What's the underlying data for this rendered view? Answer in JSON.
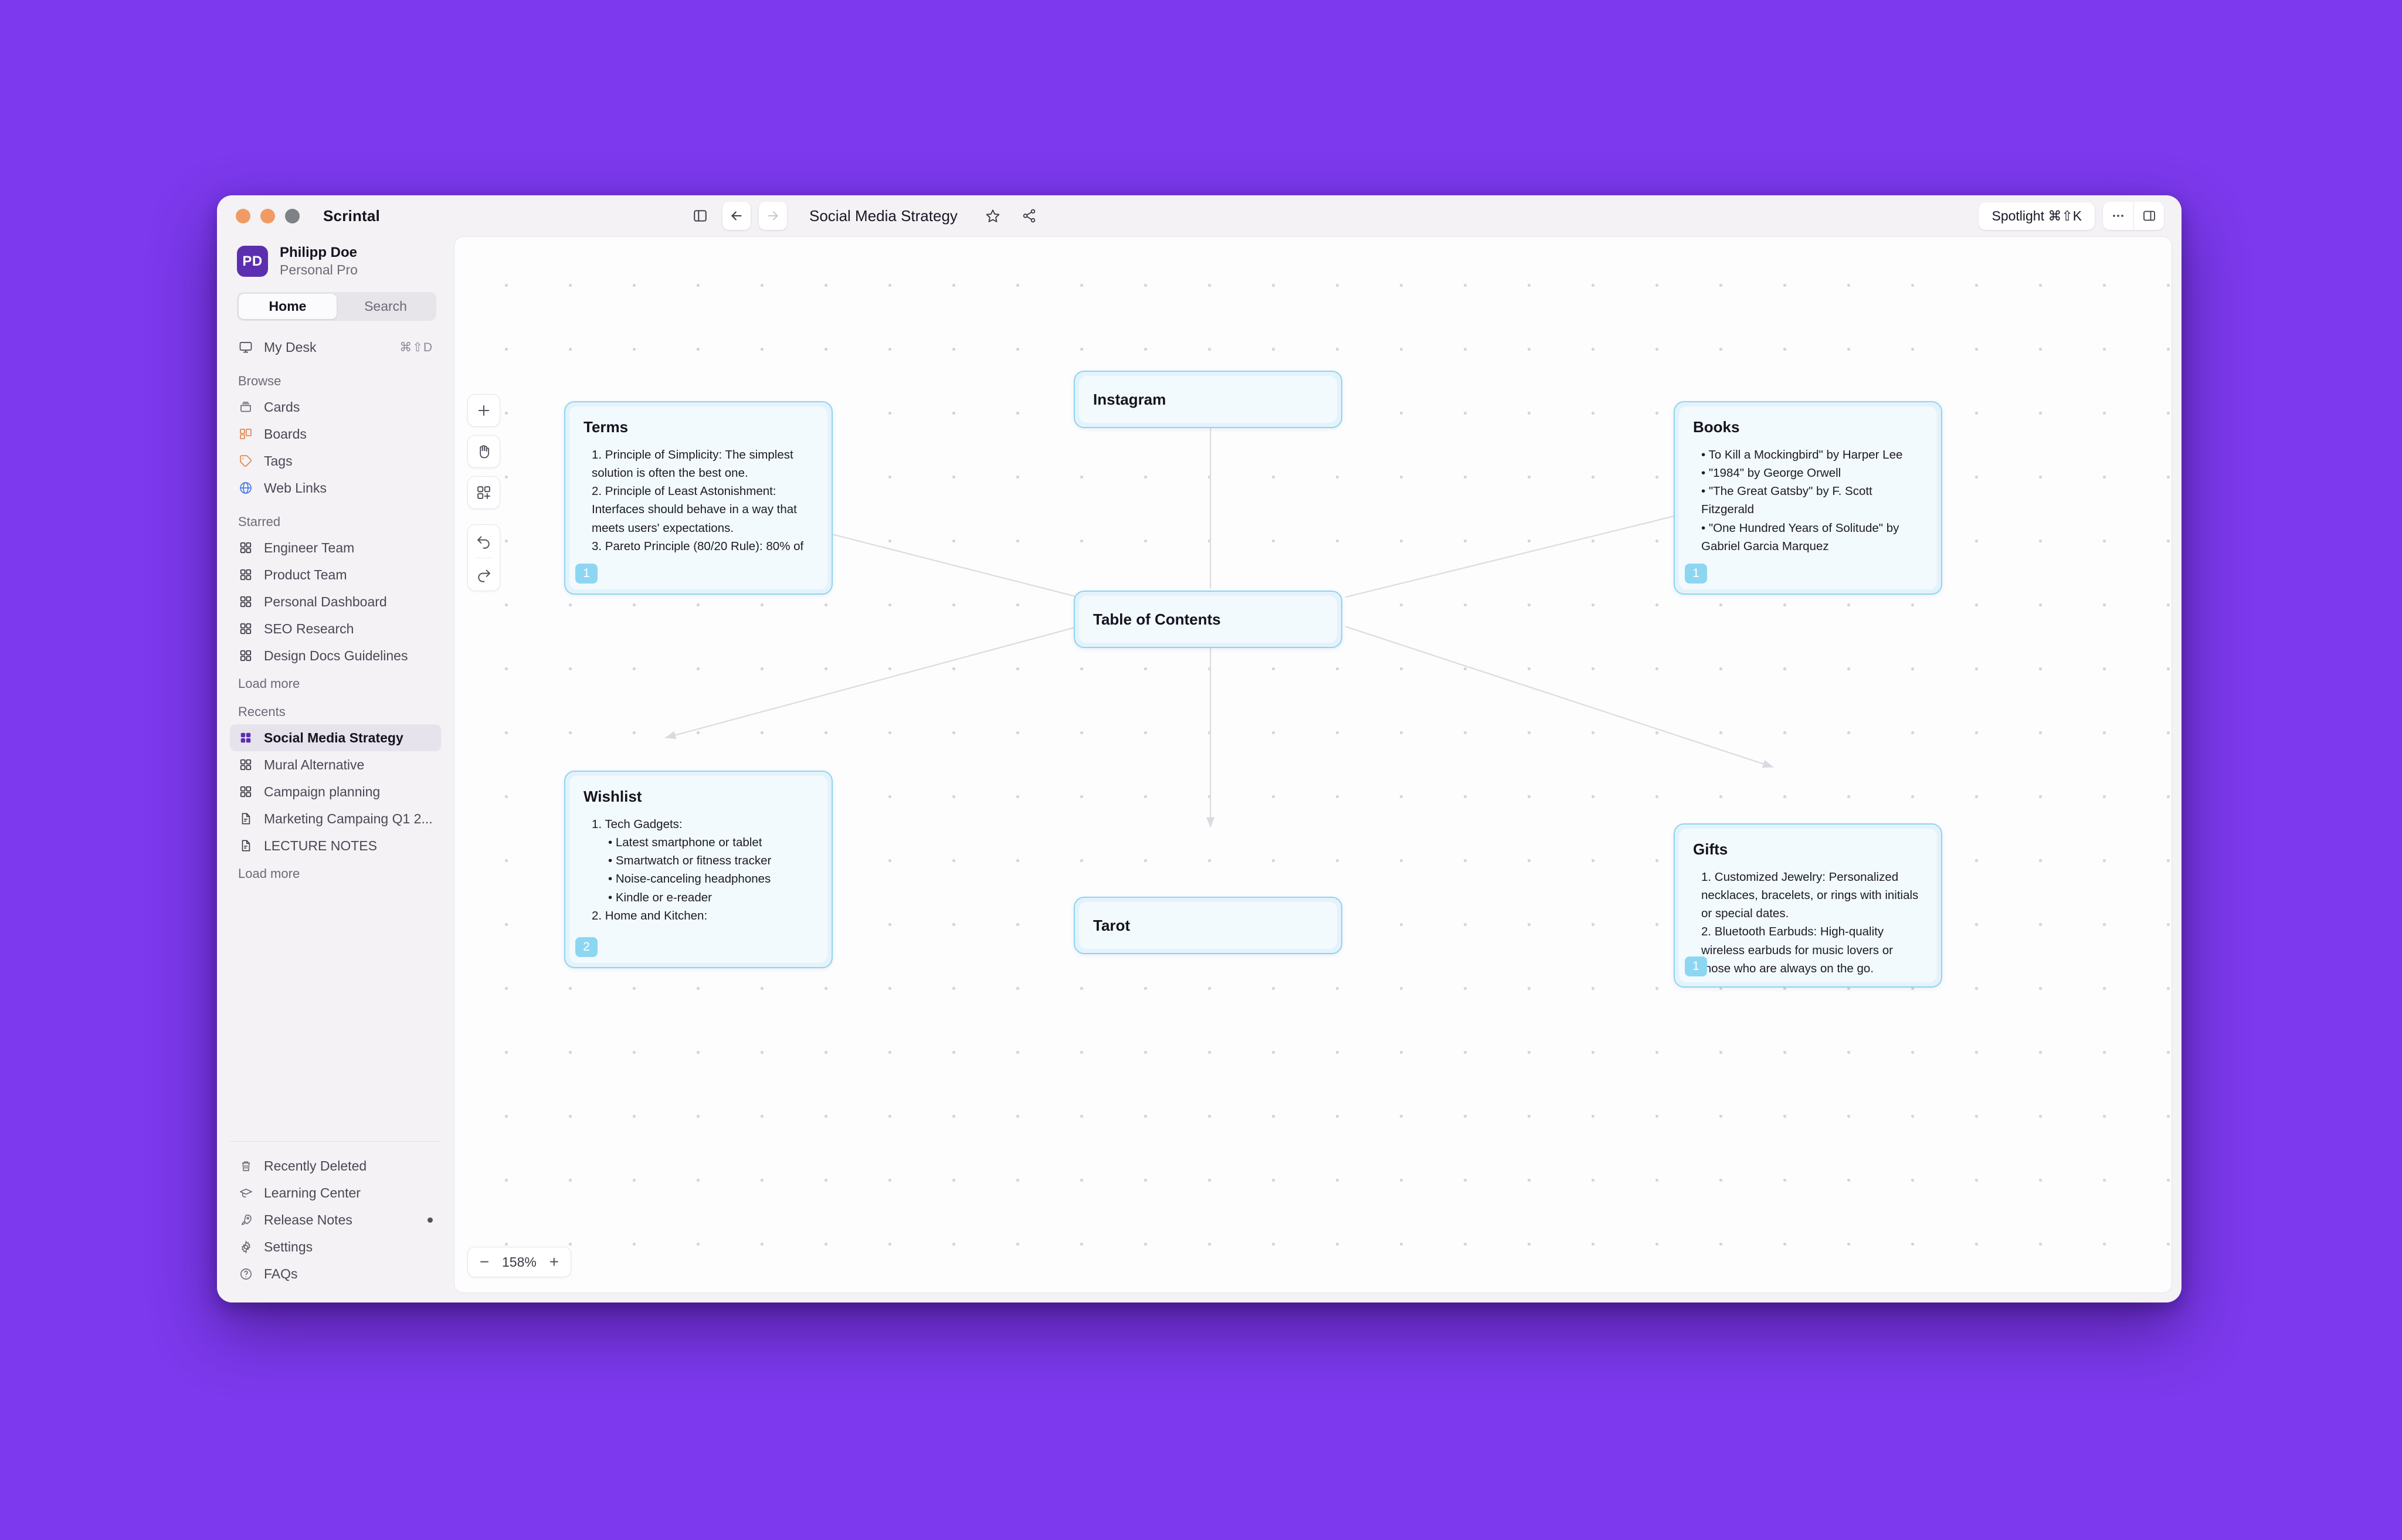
{
  "window": {
    "app_name": "Scrintal",
    "traffic_lights": [
      "close-orange",
      "minimize-orange",
      "zoom-gray"
    ]
  },
  "titlebar": {
    "sidebar_toggle_icon": "panel-left-icon",
    "back_icon": "arrow-left-icon",
    "forward_icon": "arrow-right-icon",
    "doc_title": "Social Media Strategy",
    "star_icon": "star-icon",
    "share_icon": "share-icon",
    "spotlight_label": "Spotlight ⌘⇧K",
    "more_icon": "ellipsis-icon",
    "right_panel_icon": "panel-right-icon"
  },
  "sidebar": {
    "user": {
      "initials": "PD",
      "name": "Philipp Doe",
      "plan": "Personal Pro"
    },
    "tabs": [
      {
        "label": "Home",
        "active": true
      },
      {
        "label": "Search",
        "active": false
      }
    ],
    "my_desk": {
      "label": "My Desk",
      "icon": "monitor-icon",
      "shortcut": "⌘⇧D"
    },
    "browse": {
      "title": "Browse",
      "items": [
        {
          "label": "Cards",
          "icon": "cards-icon"
        },
        {
          "label": "Boards",
          "icon": "boards-icon"
        },
        {
          "label": "Tags",
          "icon": "tag-icon"
        },
        {
          "label": "Web Links",
          "icon": "globe-icon"
        }
      ]
    },
    "starred": {
      "title": "Starred",
      "items": [
        {
          "label": "Engineer Team",
          "icon": "board-grid-icon"
        },
        {
          "label": "Product Team",
          "icon": "board-grid-icon"
        },
        {
          "label": "Personal Dashboard",
          "icon": "board-grid-icon"
        },
        {
          "label": "SEO Research",
          "icon": "board-grid-icon"
        },
        {
          "label": "Design Docs Guidelines",
          "icon": "board-grid-icon"
        }
      ],
      "load_more": "Load more"
    },
    "recents": {
      "title": "Recents",
      "items": [
        {
          "label": "Social Media Strategy",
          "icon": "board-grid-filled-icon",
          "active": true
        },
        {
          "label": "Mural Alternative",
          "icon": "board-grid-icon",
          "active": false
        },
        {
          "label": "Campaign planning",
          "icon": "board-grid-icon",
          "active": false
        },
        {
          "label": "Marketing Campaing Q1 2...",
          "icon": "document-icon",
          "active": false
        },
        {
          "label": "LECTURE NOTES",
          "icon": "document-icon",
          "active": false
        }
      ],
      "load_more": "Load more"
    },
    "bottom": [
      {
        "label": "Recently Deleted",
        "icon": "trash-icon",
        "badge": false
      },
      {
        "label": "Learning Center",
        "icon": "graduation-cap-icon",
        "badge": false
      },
      {
        "label": "Release Notes",
        "icon": "rocket-icon",
        "badge": true
      },
      {
        "label": "Settings",
        "icon": "gear-icon",
        "badge": false
      },
      {
        "label": "FAQs",
        "icon": "question-circle-icon",
        "badge": false
      }
    ]
  },
  "toolbar": {
    "add_icon": "plus-icon",
    "hand_icon": "hand-icon",
    "add-card_icon": "add-card-icon",
    "undo_icon": "undo-arrow-icon",
    "redo_icon": "redo-arrow-icon"
  },
  "zoom_control": {
    "minus": "−",
    "value": "158%",
    "plus": "+"
  },
  "canvas": {
    "nodes": [
      {
        "id": "instagram",
        "title": "Instagram",
        "type": "small"
      },
      {
        "id": "toc",
        "title": "Table of Contents",
        "type": "small"
      },
      {
        "id": "tarot",
        "title": "Tarot",
        "type": "small"
      },
      {
        "id": "terms",
        "title": "Terms",
        "type": "card",
        "badge": "1",
        "lines": [
          {
            "text": "1. Principle of Simplicity: The simplest solution is often the best one.",
            "indent": 0
          },
          {
            "text": "2. Principle of Least Astonishment: Interfaces should behave in a way that meets users' expectations.",
            "indent": 0
          },
          {
            "text": "3. Pareto Principle (80/20 Rule): 80% of",
            "indent": 0
          }
        ]
      },
      {
        "id": "books",
        "title": "Books",
        "type": "card",
        "badge": "1",
        "lines": [
          {
            "text": "• To Kill a Mockingbird\" by Harper Lee",
            "indent": 0
          },
          {
            "text": "• \"1984\" by George Orwell",
            "indent": 0
          },
          {
            "text": "• \"The Great Gatsby\" by F. Scott Fitzgerald",
            "indent": 0
          },
          {
            "text": "• \"One Hundred Years of Solitude\" by Gabriel Garcia Marquez",
            "indent": 0
          }
        ]
      },
      {
        "id": "wishlist",
        "title": "Wishlist",
        "type": "card",
        "badge": "2",
        "lines": [
          {
            "text": "1. Tech Gadgets:",
            "indent": 0
          },
          {
            "text": "• Latest smartphone or tablet",
            "indent": 1
          },
          {
            "text": "• Smartwatch or fitness tracker",
            "indent": 1
          },
          {
            "text": "• Noise-canceling headphones",
            "indent": 1
          },
          {
            "text": "• Kindle or e-reader",
            "indent": 1
          },
          {
            "text": "2. Home and Kitchen:",
            "indent": 0
          }
        ]
      },
      {
        "id": "gifts",
        "title": "Gifts",
        "type": "card",
        "badge": "1",
        "lines": [
          {
            "text": "1. Customized Jewelry: Personalized necklaces, bracelets, or rings with initials or special dates.",
            "indent": 0
          },
          {
            "text": "2. Bluetooth Earbuds: High-quality wireless earbuds for music lovers or those who are always on the go.",
            "indent": 0
          }
        ]
      }
    ],
    "edges": [
      {
        "from": "toc",
        "to": "instagram"
      },
      {
        "from": "toc",
        "to": "tarot"
      },
      {
        "from": "toc",
        "to": "terms"
      },
      {
        "from": "toc",
        "to": "books"
      },
      {
        "from": "toc",
        "to": "wishlist"
      },
      {
        "from": "toc",
        "to": "gifts"
      }
    ]
  },
  "colors": {
    "desktop_bg": "#7C39ED",
    "node_border": "#8FD4F0",
    "node_fill": "#E4F3FB",
    "badge": "#8DD6F2",
    "accent": "#5B2FB0"
  }
}
